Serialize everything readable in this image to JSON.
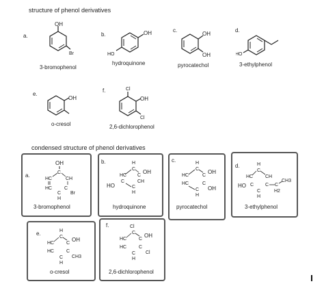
{
  "top_section": {
    "heading": "structure of phenol derivatives",
    "compounds": [
      {
        "letter": "a.",
        "name": "3-bromophenol",
        "oh": "OH",
        "sub": "Br"
      },
      {
        "letter": "b.",
        "name": "hydroquinone",
        "oh": "OH",
        "sub": "HO"
      },
      {
        "letter": "c.",
        "name": "pyrocatechol",
        "oh": "OH",
        "sub": "OH"
      },
      {
        "letter": "d.",
        "name": "3-ethylphenol",
        "sub": "HO"
      },
      {
        "letter": "e.",
        "name": "o-cresol",
        "oh": "OH"
      },
      {
        "letter": "f.",
        "name": "2,6-dichlorophenol",
        "oh": "OH",
        "sub": "Cl",
        "sub2": "Cl"
      }
    ]
  },
  "bottom_section": {
    "heading": "condensed structure of phenol derivatives",
    "compounds": [
      {
        "letter": "a.",
        "name": "3-bromophenol",
        "top": "OH",
        "c": "C",
        "hc": "HC",
        "ch": "CH",
        "h": "H",
        "sub": "Br"
      },
      {
        "letter": "b.",
        "name": "hydroquinone",
        "h": "H",
        "c": "C",
        "hc": "HC",
        "ch": "CH",
        "oh": "OH",
        "ho": "HO"
      },
      {
        "letter": "c.",
        "name": "pyrocatechol",
        "h": "H",
        "c": "C",
        "hc": "HC",
        "oh": "OH",
        "oh2": "OH"
      },
      {
        "letter": "d.",
        "name": "3-ethylphenol",
        "h": "H",
        "c": "C",
        "hc": "HC",
        "ch": "CH",
        "ho": "HO",
        "ch3": "CH3",
        "h2": "H2"
      },
      {
        "letter": "e.",
        "name": "o-cresol",
        "h": "H",
        "c": "C",
        "hc": "HC",
        "oh": "OH",
        "ch3": "CH3"
      },
      {
        "letter": "f.",
        "name": "2,6-dichlorophenol",
        "cl": "Cl",
        "c": "C",
        "hc": "HC",
        "oh": "OH",
        "cl2": "Cl",
        "h": "H"
      }
    ]
  }
}
